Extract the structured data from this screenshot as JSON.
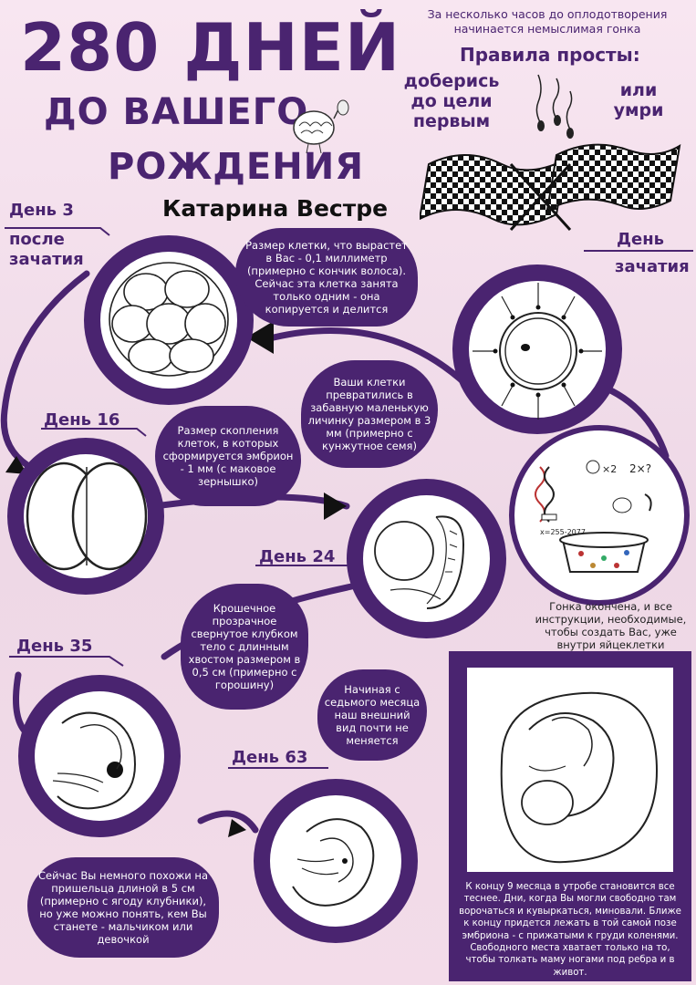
{
  "header": {
    "title_line1": "280 ДНЕЙ",
    "title_line2": "ДО ВАШЕГО",
    "title_line3": "РОЖДЕНИЯ",
    "author": "Катарина Вестре"
  },
  "intro": {
    "line1": "За несколько часов до оплодотворения",
    "line2": "начинается немыслимая гонка",
    "rules": "Правила просты:",
    "left_rule": [
      "доберись",
      "до цели",
      "первым"
    ],
    "right_rule": [
      "или",
      "умри"
    ]
  },
  "stages": {
    "day0": {
      "label1": "День",
      "label2": "зачатия"
    },
    "day3": {
      "label1": "День 3",
      "label2": "после",
      "label3": "зачатия",
      "text": "Размер клетки, что вырастет в Вас - 0,1 миллиметр (примерно с кончик волоса). Сейчас эта клетка занята только одним - она копируется и делится"
    },
    "day16": {
      "label": "День 16",
      "text": "Размер скопления клеток, в которых сформируется эмбрион - 1 мм (с маковое зернышко)"
    },
    "day24": {
      "label": "День 24",
      "text": "Ваши клетки превратились в забавную маленькую личинку размером в 3 мм (примерно с кунжутное семя)"
    },
    "day35": {
      "label": "День 35",
      "text": "Крошечное прозрачное свернутое клубком тело с длинным хвостом размером в 0,5 см (примерно с горошину)"
    },
    "day63": {
      "label": "День 63",
      "text": "Сейчас Вы немного похожи на пришельца длиной в 5 см (примерно с ягоду клубники), но уже можно понять, кем Вы станете - мальчиком или девочкой"
    },
    "race_over": "Гонка окончена, и все инструкции, необходимые, чтобы создать Вас, уже внутри яйцеклетки",
    "month7": "Начиная с седьмого месяца наш внешний вид почти не меняется",
    "month9": "К концу 9 месяца в утробе становится все теснее. Дни, когда Вы могли свободно там ворочаться и кувыркаться, миновали. Ближе к концу придется лежать в той самой позе эмбриона - с прижатыми к груди коленями. Свободного места хватает только на то, чтобы толкать маму ногами под ребра и в живот."
  },
  "colors": {
    "accent": "#4a2470",
    "background": "#f6e2ee"
  }
}
